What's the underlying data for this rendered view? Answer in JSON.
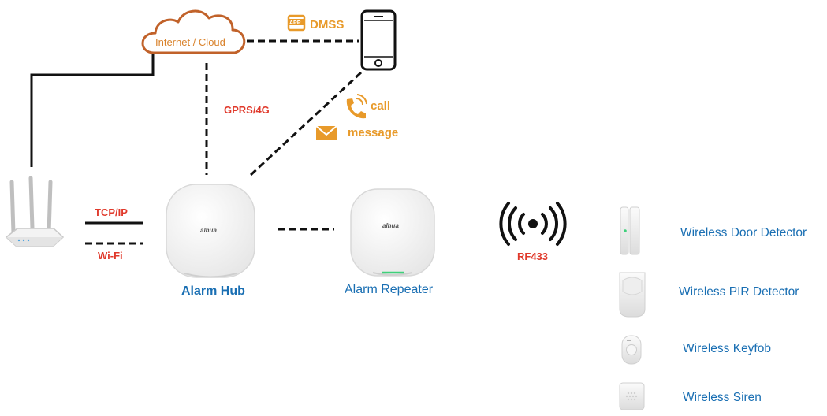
{
  "cloud": {
    "label": "Internet / Cloud"
  },
  "app": {
    "badge": "APP",
    "label": "DMSS"
  },
  "links": {
    "gprs": "GPRS/4G",
    "tcpip": "TCP/IP",
    "wifi": "Wi-Fi",
    "rf": "RF433"
  },
  "phone_actions": {
    "call": "call",
    "message": "message"
  },
  "hub": {
    "label": "Alarm Hub",
    "brand": "alhua"
  },
  "repeater": {
    "label": "Alarm Repeater",
    "brand": "alhua"
  },
  "devices": [
    {
      "label": "Wireless Door Detector",
      "icon": "door-detector-icon"
    },
    {
      "label": "Wireless PIR Detector",
      "icon": "pir-detector-icon"
    },
    {
      "label": "Wireless Keyfob",
      "icon": "keyfob-icon"
    },
    {
      "label": "Wireless Siren",
      "icon": "siren-icon"
    }
  ],
  "colors": {
    "accent_orange": "#e89a2a",
    "link_red": "#e0392b",
    "label_blue": "#1a6fb3"
  }
}
